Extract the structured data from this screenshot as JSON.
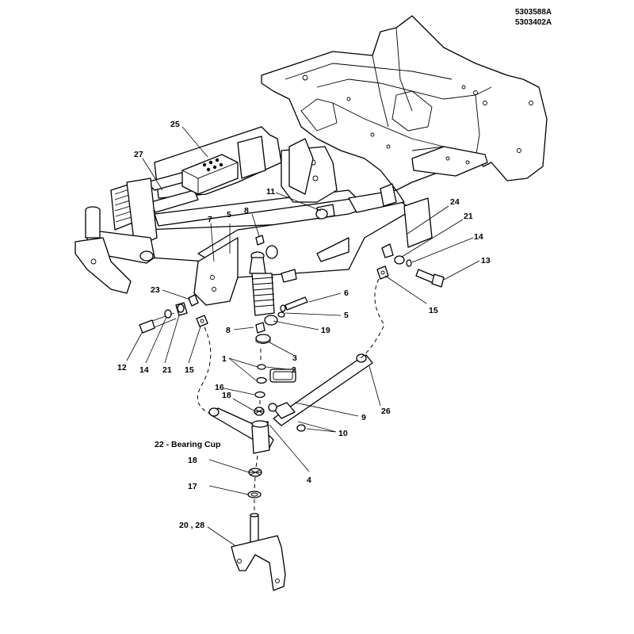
{
  "references": [
    "5303588A",
    "5303402A"
  ],
  "callouts": {
    "c1": "1",
    "c2": "2",
    "c3": "3",
    "c4": "4",
    "c5a": "5",
    "c5b": "5",
    "c6": "6",
    "c7": "7",
    "c8a": "8",
    "c8b": "8",
    "c9": "9",
    "c10": "10",
    "c11": "11",
    "c12": "12",
    "c13": "13",
    "c14a": "14",
    "c14b": "14",
    "c15a": "15",
    "c15b": "15",
    "c16": "16",
    "c17": "17",
    "c18a": "18",
    "c18b": "18",
    "c19": "19",
    "c20": "20 , 28",
    "c21a": "21",
    "c21b": "21",
    "c22": "22 - Bearing Cup",
    "c23": "23",
    "c24": "24",
    "c25": "25",
    "c26": "26",
    "c27": "27"
  }
}
